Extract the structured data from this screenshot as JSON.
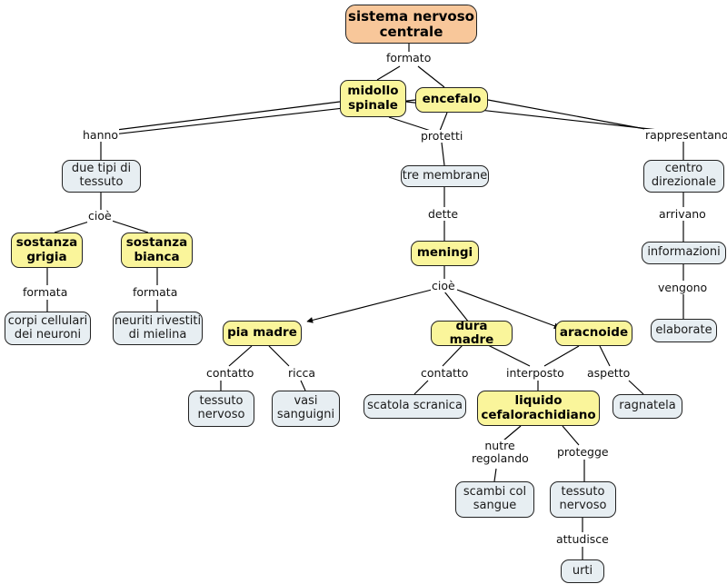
{
  "diagram": {
    "title": "sistema nervoso centrale",
    "type": "concept-map",
    "language": "it",
    "colors": {
      "root_fill": "#f8c79a",
      "concept_fill": "#faf59b",
      "plain_fill": "#e7eef2",
      "border": "#222222",
      "edge": "#000000",
      "background": "#ffffff"
    }
  },
  "nodes": {
    "root": "sistema nervoso centrale",
    "midollo_spinale": "midollo spinale",
    "encefalo": "encefalo",
    "due_tipi": "due tipi di tessuto",
    "sostanza_grigia": "sostanza grigia",
    "sostanza_bianca": "sostanza bianca",
    "corpi_cellulari": "corpi cellulari dei neuroni",
    "neuriti": "neuriti rivestiti di mielina",
    "tre_membrane": "tre membrane",
    "meningi": "meningi",
    "pia_madre": "pia madre",
    "dura_madre": "dura madre",
    "aracnoide": "aracnoide",
    "tessuto_nervoso_1": "tessuto nervoso",
    "vasi_sanguigni": "vasi sanguigni",
    "scatola_scranica": "scatola scranica",
    "liquido": "liquido cefalorachidiano",
    "ragnatela": "ragnatela",
    "scambi": "scambi col sangue",
    "tessuto_nervoso_2": "tessuto nervoso",
    "urti": "urti",
    "centro_direzionale": "centro direzionale",
    "informazioni": "informazioni",
    "elaborate": "elaborate"
  },
  "links": {
    "formato": "formato",
    "hanno": "hanno",
    "protetti": "protetti",
    "rappresentano": "rappresentano",
    "cioe_1": "cioè",
    "formata_1": "formata",
    "formata_2": "formata",
    "dette": "dette",
    "cioe_2": "cioè",
    "contatto_1": "contatto",
    "ricca": "ricca",
    "contatto_2": "contatto",
    "interposto": "interposto",
    "aspetto": "aspetto",
    "nutre_regolando": "nutre regolando",
    "protegge": "protegge",
    "attudisce": "attudisce",
    "arrivano": "arrivano",
    "vengono": "vengono"
  }
}
